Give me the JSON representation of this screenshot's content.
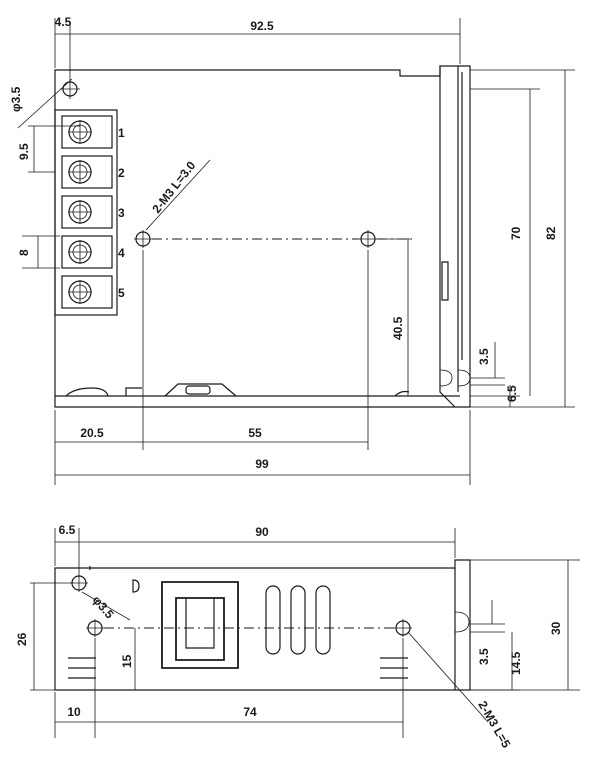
{
  "top_view": {
    "dims": {
      "left_offset": "4.5",
      "overall_width_top": "92.5",
      "hole_dia": "φ3.5",
      "pitch": "9.5",
      "terminal_width": "8",
      "thread_spec": "2-M3 L=3.0",
      "height_inner": "70",
      "height_overall": "82",
      "hole_height": "40.5",
      "slot_height": "3.5",
      "slot_bottom": "6.5",
      "bottom_left": "20.5",
      "bottom_span": "55",
      "overall_length": "99"
    },
    "terminals": [
      "1",
      "2",
      "3",
      "4",
      "5"
    ]
  },
  "side_view": {
    "dims": {
      "left_offset": "6.5",
      "top_width": "90",
      "height_left": "26",
      "hole_dia": "φ3.5",
      "hole_height": "15",
      "bottom_left": "10",
      "bottom_span": "74",
      "slot_height": "3.5",
      "slot_bottom": "14.5",
      "height_overall": "30",
      "thread_spec": "2-M3 L=5"
    }
  }
}
